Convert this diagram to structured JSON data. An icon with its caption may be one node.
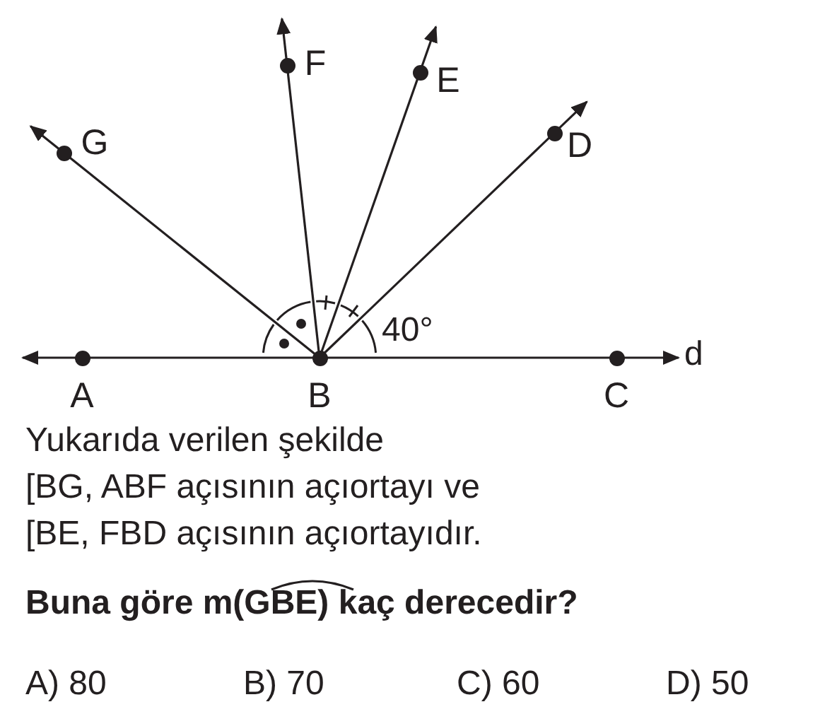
{
  "diagram": {
    "nodes": [
      {
        "text": [
          "G"
        ]
      },
      {
        "text": [
          "F"
        ]
      },
      {
        "text": [
          "E"
        ]
      },
      {
        "text": [
          "D"
        ]
      },
      {
        "text": [
          "A"
        ]
      },
      {
        "text": [
          "B"
        ]
      },
      {
        "text": [
          "C"
        ]
      }
    ],
    "edges": [
      {
        "from": 5,
        "to": 0,
        "arrow": "to"
      },
      {
        "from": 5,
        "to": 1,
        "arrow": "to"
      },
      {
        "from": 5,
        "to": 2,
        "arrow": "to"
      },
      {
        "from": 5,
        "to": 3,
        "arrow": "to"
      },
      {
        "from": 4,
        "to": 6,
        "arrow": "both"
      }
    ],
    "labels": [
      "40°",
      "d",
      "Yukarıda verilen şekilde",
      "[BG, ABF açısının açıortayı ve",
      "[BE, FBD açısının açıortayıdır.",
      "Buna göre m(GBE) kaç derecedir?",
      "A) 80",
      "B) 70",
      "C) 60",
      "D) 50"
    ]
  }
}
